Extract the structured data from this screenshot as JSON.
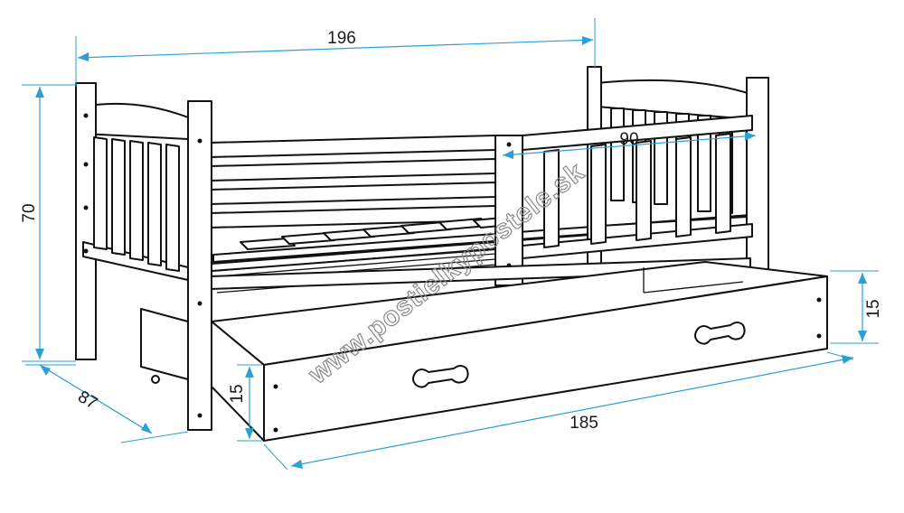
{
  "diagram": {
    "dimensions": {
      "length": "196",
      "rail_length": "90",
      "height": "70",
      "depth": "87",
      "drawer_length": "185",
      "drawer_height_right": "15",
      "drawer_height_front": "15"
    },
    "watermark": "www.postielkypostele.sk",
    "colors": {
      "dimension_lines": "#2aa0d6",
      "outline": "#111111",
      "watermark": "#8a8a8a"
    }
  }
}
